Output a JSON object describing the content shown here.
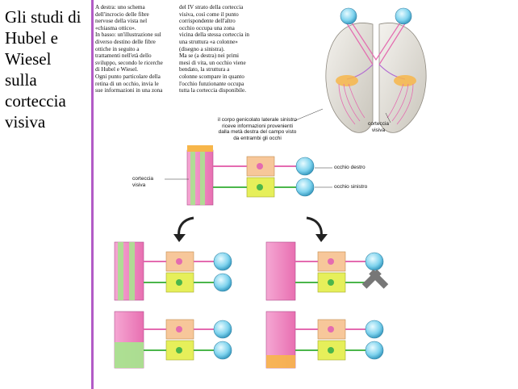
{
  "slide": {
    "title_lines": [
      "Gli studi di",
      "Hubel e",
      "Wiesel",
      "sulla",
      "corteccia",
      "visiva"
    ]
  },
  "caption": {
    "col1": [
      "A destra: uno schema",
      "dell'incrocio delle fibre",
      "nervose della vista nel",
      "«chiasma ottico».",
      "In basso: un'illustrazione sul",
      "diverso destino delle fibre",
      "ottiche in seguito a",
      "trattamenti nell'età dello",
      "sviluppo, secondo le ricerche",
      "di Hubel e Wiesel.",
      "Ogni punto particolare della",
      "retina di un occhio, invia le",
      "sue informazioni in una zona"
    ],
    "col2": [
      "del IV strato della corteccia",
      "visiva, così come il punto",
      "corrispondente dell'altro",
      "occhio occupa una zona",
      "vicina della stessa corteccia in",
      "una struttura «a colonne»",
      "(disegno a sinistra).",
      "Ma se (a destra) nei primi",
      "mesi di vita, un occhio viene",
      "bendato, la struttura a",
      "colonne scompare in quanto",
      "l'occhio funzionante occupa",
      "tutta la corteccia disponibile."
    ]
  },
  "labels": {
    "brain_cortex": "corteccia visiva",
    "geniculate_note": "il corpo genicolato laterale sinistro riceve informazioni provenienti dalla metà destra del campo visto da entrambi gli occhi",
    "cortex_left": "corteccia visiva",
    "right_eye": "occhio destro",
    "left_eye": "occhio sinistro"
  },
  "colors": {
    "plate_border": "#b25bc6",
    "pink_column": "#f08ac4",
    "green_column": "#a9e38f",
    "geniculate_orange": "#f7b64a",
    "geniculate_yellow": "#e6ef5a",
    "eye_blue": "#7fd3ee",
    "brain_fill": "#e6e3dc"
  }
}
